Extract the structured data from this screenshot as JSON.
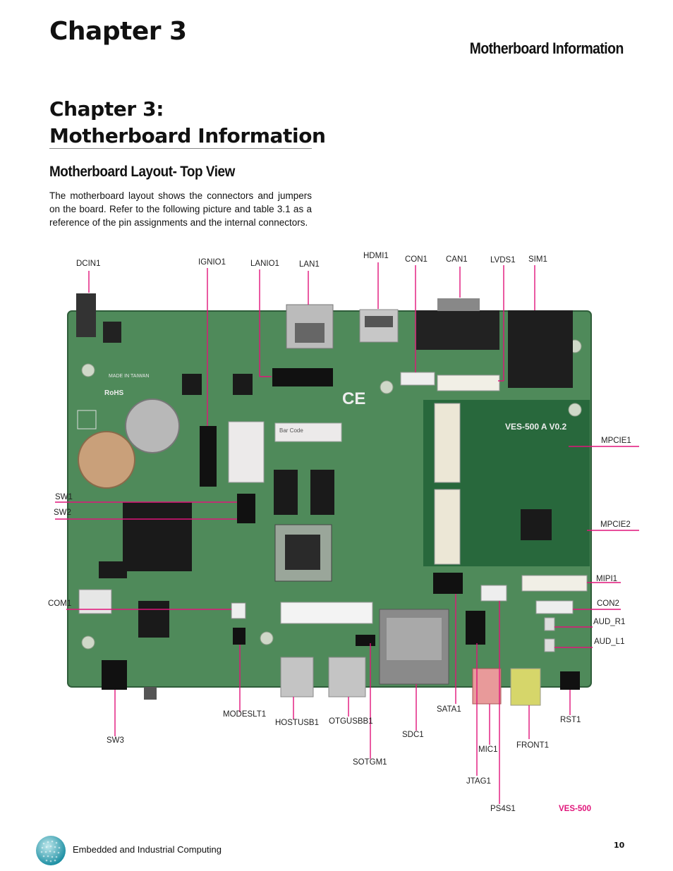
{
  "header": {
    "chapter": "Chapter 3",
    "section": "Motherboard Information"
  },
  "title": {
    "line1": "Chapter 3:",
    "line2": "Motherboard Information"
  },
  "subheading": "Motherboard Layout- Top View",
  "intro": "The motherboard layout shows the connectors and jumpers on the board. Refer to the following picture and table 3.1 as a reference of the pin assignments and the internal connectors.",
  "labels": {
    "dcin1": "DCIN1",
    "ignio1": "IGNIO1",
    "lanio1": "LANIO1",
    "lan1": "LAN1",
    "hdmi1": "HDMI1",
    "con1": "CON1",
    "can1": "CAN1",
    "lvds1": "LVDS1",
    "sim1": "SIM1",
    "mpcie1": "MPCIE1",
    "mpcie2": "MPCIE2",
    "mipi1": "MIPI1",
    "con2": "CON2",
    "aud_r1": "AUD_R1",
    "aud_l1": "AUD_L1",
    "sw1": "SW1",
    "sw2": "SW2",
    "com1": "COM1",
    "sw3": "SW3",
    "modeslt1": "MODESLT1",
    "hostusb1": "HOSTUSB1",
    "otgusbb1": "OTGUSBB1",
    "sotgm1": "SOTGM1",
    "sdc1": "SDC1",
    "sata1": "SATA1",
    "mic1": "MIC1",
    "front1": "FRONT1",
    "jtag1": "JTAG1",
    "ps4s1": "PS4S1",
    "rst1": "RST1"
  },
  "board_text": {
    "made_in": "MADE IN TAIWAN",
    "rohs": "RoHS",
    "ce": "CE",
    "model_silk": "VES-500 A V0.2",
    "bar_code": "Bar Code"
  },
  "model": "VES-500",
  "footer": {
    "text": "Embedded and Industrial Computing",
    "page": "10"
  },
  "colors": {
    "accent": "#e0147a",
    "pcb": "#4f8a5a"
  }
}
